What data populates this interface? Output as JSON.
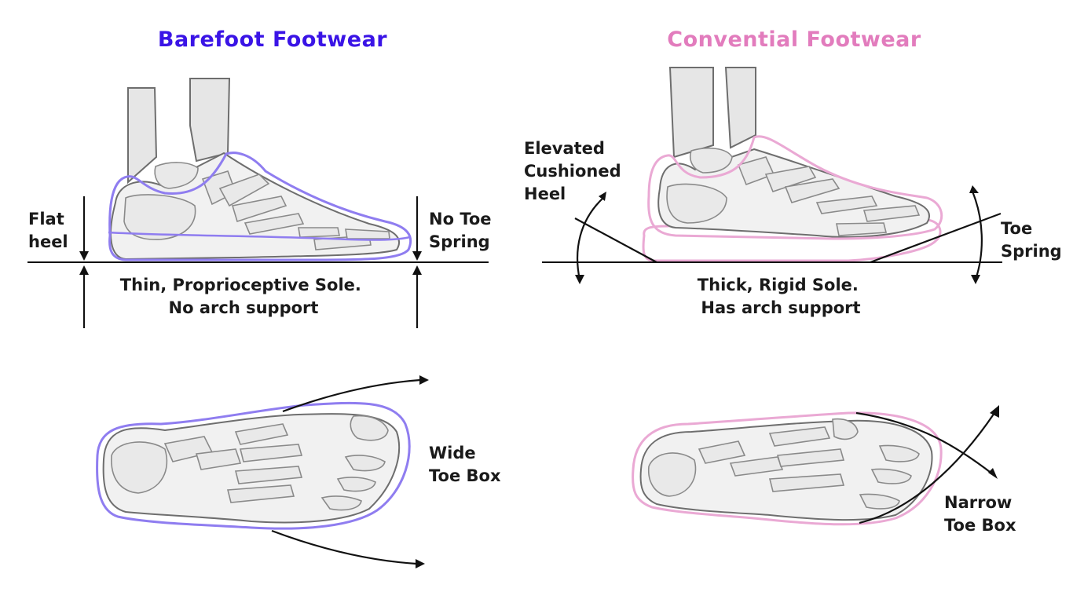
{
  "titles": {
    "barefoot": "Barefoot Footwear",
    "conventional": "Convential Footwear"
  },
  "colors": {
    "barefoot_accent": "#3a14e6",
    "barefoot_outline": "#8f7df0",
    "conventional_accent": "#e27cbd",
    "conventional_outline": "#eaa9d4"
  },
  "barefoot_side": {
    "left_label": [
      "Flat",
      "heel"
    ],
    "right_label": [
      "No Toe",
      "Spring"
    ],
    "bottom_label": [
      "Thin, Proprioceptive Sole.",
      "No arch support"
    ]
  },
  "barefoot_top": {
    "label": [
      "Wide",
      "Toe Box"
    ]
  },
  "conventional_side": {
    "left_label": [
      "Elevated",
      "Cushioned",
      "Heel"
    ],
    "right_label": [
      "Toe",
      "Spring"
    ],
    "bottom_label": [
      "Thick, Rigid Sole.",
      "Has arch support"
    ]
  },
  "conventional_top": {
    "label": [
      "Narrow",
      "Toe Box"
    ]
  }
}
